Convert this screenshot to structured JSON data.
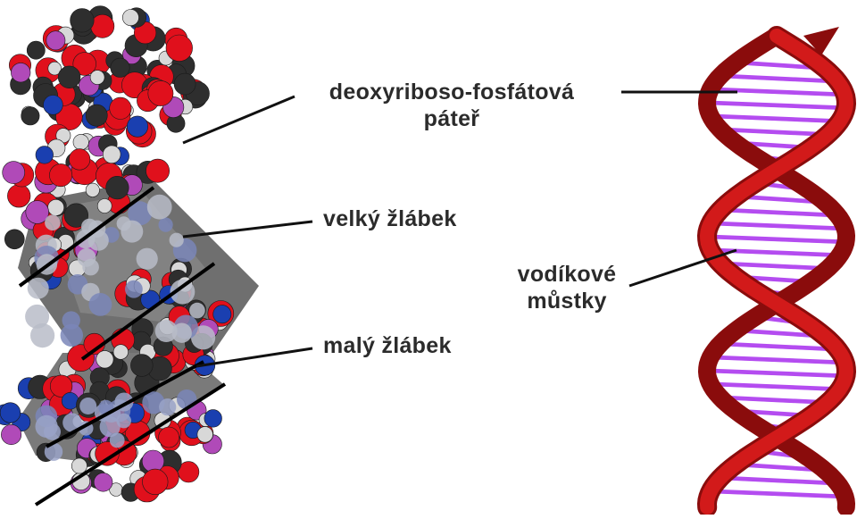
{
  "labels": {
    "backbone_line1": "deoxyriboso-fosfátová",
    "backbone_line2": "páteř",
    "major_groove": "velký žlábek",
    "minor_groove": "malý žlábek",
    "hbond_line1": "vodíkové",
    "hbond_line2": "můstky"
  },
  "colors": {
    "oxygen": "#e0101c",
    "carbon": "#2e2e2e",
    "hydrogen": "#d8d8d8",
    "nitrogen": "#1a3fb0",
    "phosphorus": "#b04ab8",
    "groove_base": "#7a86b8",
    "ribbon": "#d21a1a",
    "ribbon_dark": "#8a0c0c",
    "rung": "#b44cf0",
    "leader": "#111111"
  }
}
